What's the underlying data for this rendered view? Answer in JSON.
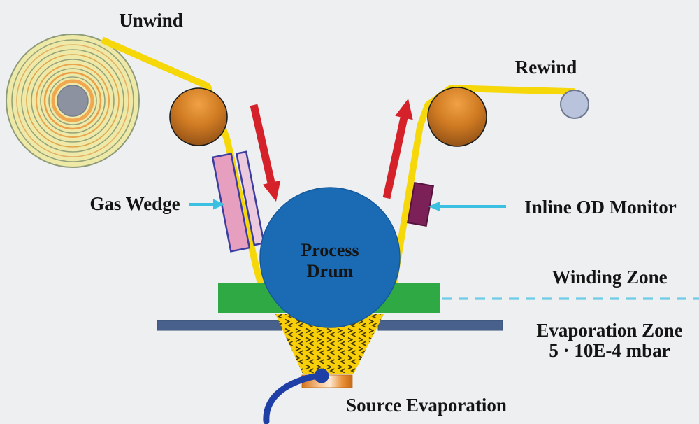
{
  "labels": {
    "unwind": "Unwind",
    "rewind": "Rewind",
    "gas_wedge": "Gas Wedge",
    "inline_od_monitor": "Inline OD Monitor",
    "process_drum_line1": "Process",
    "process_drum_line2": "Drum",
    "winding_zone": "Winding Zone",
    "evaporation_zone": "Evaporation Zone",
    "evaporation_pressure": "5 · 10E-4 mbar",
    "source_evaporation": "Source Evaporation"
  },
  "colors": {
    "background": "#edeff1",
    "web": "#f6d70a",
    "drum": "#1a6bb4",
    "arrow_red": "#d5222a",
    "arrow_cyan": "#3cc0e2",
    "gas_wedge": "#e79fc0",
    "od_monitor": "#7b2158",
    "winding_divider_green": "#2fa944",
    "evaporation_divider_slate": "#47618c",
    "plume": "#f8cf08",
    "wire_blue": "#1d3fa6",
    "rewind_core": "#b9c3dc",
    "text": "#141414"
  }
}
